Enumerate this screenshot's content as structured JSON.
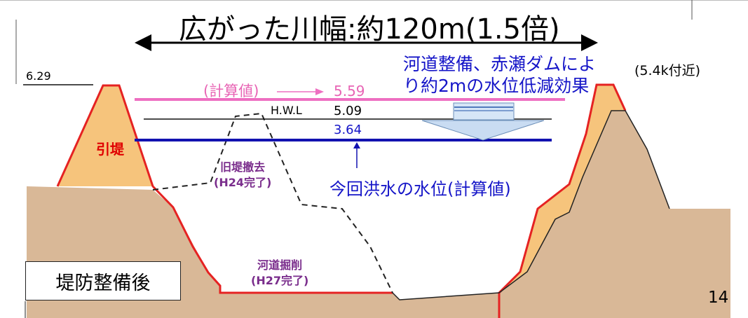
{
  "title": "広がった川幅:約120m(1.5倍)",
  "location": "(5.4k付近)",
  "levels": {
    "crest": "6.29",
    "calculated_label": "(計算値)",
    "calculated_value": "5.59",
    "hwl_label": "H.W.L",
    "hwl_value": "5.09",
    "flood_value": "3.64"
  },
  "effect_note": {
    "line1": "河道整備、赤瀬ダムによ",
    "line2": "り約2mの水位低減効果"
  },
  "flood_note": "今回洪水の水位(計算値)",
  "labels": {
    "hikitei": "引堤",
    "old_levee_line1": "旧堤撤去",
    "old_levee_line2": "(H24完了)",
    "excavation_line1": "河道掘削",
    "excavation_line2": "(H27完了)"
  },
  "after_box": "堤防整備後",
  "page_number": "14",
  "colors": {
    "ground": "#d9b897",
    "levee_fill": "#f6c47c",
    "levee_outline": "#e52222",
    "calc_line": "#ee6fc1",
    "flood_line": "#1212b0",
    "effect_text": "#1515c8",
    "arrow_fill": "#c9dcf2",
    "old_levee_label": "#7a2d8c"
  },
  "icons": {
    "width_arrow": "double-arrow-icon",
    "reduction_arrow": "down-arrow-icon",
    "flood_pointer": "up-arrow-icon"
  }
}
